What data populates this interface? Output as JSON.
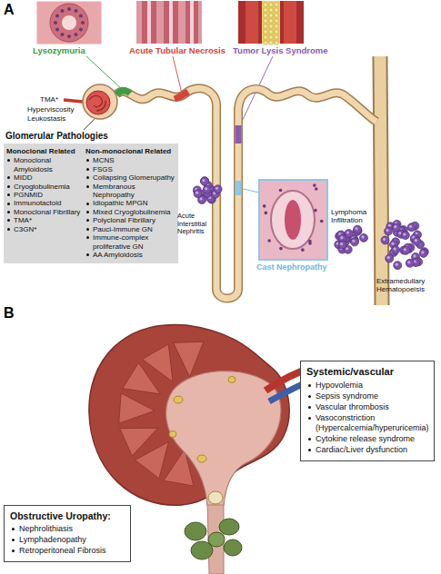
{
  "diagram": {
    "nodes": [
      {
        "text": [
          "Glomerular Pathologies"
        ]
      },
      {
        "text": [
          "Monoclonal Related",
          "Monoclonal Amyloidosis",
          "MIDD",
          "Cryoglobulinemia",
          "PGNMID",
          "Immunotactoid",
          "Monoclonal Fibrillary",
          "TMA*",
          "C3GN*"
        ],
        "in": 0
      },
      {
        "text": [
          "Non-monoclonal Related",
          "MCNS",
          "FSGS",
          "Collapsing Glomerupathy",
          "Membranous Nephropathy",
          "Idiopathic MPGN",
          "Mixed Cryoglobulinemia",
          "Polyclonal Fibrillary",
          "Pauci-Immune GN",
          "Immune-complex proliferative GN",
          "AA Amyloidosis"
        ],
        "in": 0
      },
      {
        "text": [
          "Systemic/vascular",
          "Hypovolemia",
          "Sepsis syndrome",
          "Vascular thrombosis",
          "Vasoconstriction (Hypercalcemia/hyperuricemia)",
          "Cytokine release syndrome",
          "Cardiac/Liver dysfunction"
        ]
      },
      {
        "text": [
          "Obstructive Uropathy:",
          "Nephrolithiasis",
          "Lymphadenopathy",
          "Retroperitoneal Fibrosis"
        ]
      }
    ],
    "labels": [
      "A",
      "Lysozymuria",
      "Acute Tubular Necrosis",
      "Tumor Lysis Syndrome",
      "TMA*",
      "Hyperviscosity",
      "Leukostasis",
      "Acute Interstitial Nephritis",
      "Lymphoma Infiltration",
      "Cast Nephropathy",
      "Extramedullary Hematopoeisis",
      "B"
    ]
  }
}
